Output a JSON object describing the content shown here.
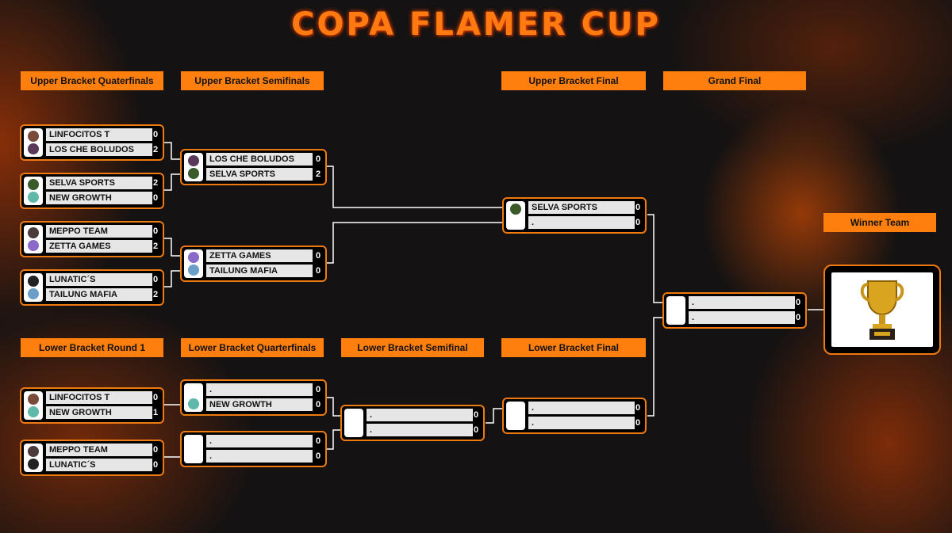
{
  "title": "COPA FLAMER CUP",
  "colors": {
    "accent": "#ff7f0e",
    "border": "#f07a12",
    "background": "#141212"
  },
  "labels": {
    "ubq": "Upper Bracket Quaterfinals",
    "ubs": "Upper Bracket Semifinals",
    "ubf": "Upper Bracket Final",
    "gf": "Grand Final",
    "winner": "Winner Team",
    "lbr1": "Lower Bracket Round 1",
    "lbq": "Lower Bracket Quarterfinals",
    "lbs": "Lower Bracket Semifinal",
    "lbf": "Lower Bracket Final"
  },
  "matches": {
    "ubq1": {
      "team1": "LINFOCITOS T",
      "score1": "0",
      "team2": "LOS CHE BOLUDOS",
      "score2": "2"
    },
    "ubq2": {
      "team1": "SELVA SPORTS",
      "score1": "2",
      "team2": "NEW GROWTH",
      "score2": "0"
    },
    "ubq3": {
      "team1": "MEPPO TEAM",
      "score1": "0",
      "team2": "ZETTA GAMES",
      "score2": "2"
    },
    "ubq4": {
      "team1": "LUNATIC´S",
      "score1": "0",
      "team2": "TAILUNG MAFIA",
      "score2": "2"
    },
    "ubs1": {
      "team1": "LOS CHE BOLUDOS",
      "score1": "0",
      "team2": "SELVA SPORTS",
      "score2": "2"
    },
    "ubs2": {
      "team1": "ZETTA GAMES",
      "score1": "0",
      "team2": "TAILUNG MAFIA",
      "score2": "0"
    },
    "ubf": {
      "team1": "SELVA SPORTS",
      "score1": "0",
      "team2": ".",
      "score2": "0"
    },
    "gf": {
      "team1": ".",
      "score1": "0",
      "team2": ".",
      "score2": "0"
    },
    "lbr1a": {
      "team1": "LINFOCITOS T",
      "score1": "0",
      "team2": "NEW GROWTH",
      "score2": "1"
    },
    "lbr1b": {
      "team1": "MEPPO TEAM",
      "score1": "0",
      "team2": "LUNATIC´S",
      "score2": "0"
    },
    "lbq1": {
      "team1": ".",
      "score1": "0",
      "team2": "NEW GROWTH",
      "score2": "0"
    },
    "lbq2": {
      "team1": ".",
      "score1": "0",
      "team2": ".",
      "score2": "0"
    },
    "lbs": {
      "team1": ".",
      "score1": "0",
      "team2": ".",
      "score2": "0"
    },
    "lbf": {
      "team1": ".",
      "score1": "0",
      "team2": ".",
      "score2": "0"
    }
  },
  "icons": {
    "trophy": "trophy-icon"
  }
}
